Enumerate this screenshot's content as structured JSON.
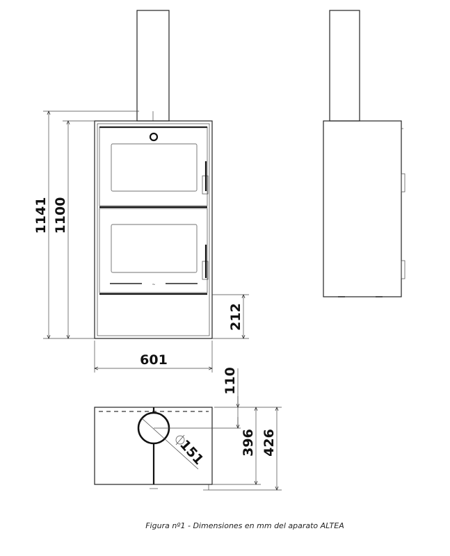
{
  "dimensions": {
    "total_height": "1141",
    "body_height": "1100",
    "plinth_height": "212",
    "width": "601",
    "flue_offset": "110",
    "depth_body": "396",
    "depth_total": "426",
    "flue_diameter": "151"
  },
  "caption": "Figura nº1 - Dimensiones en mm del aparato ALTEA"
}
